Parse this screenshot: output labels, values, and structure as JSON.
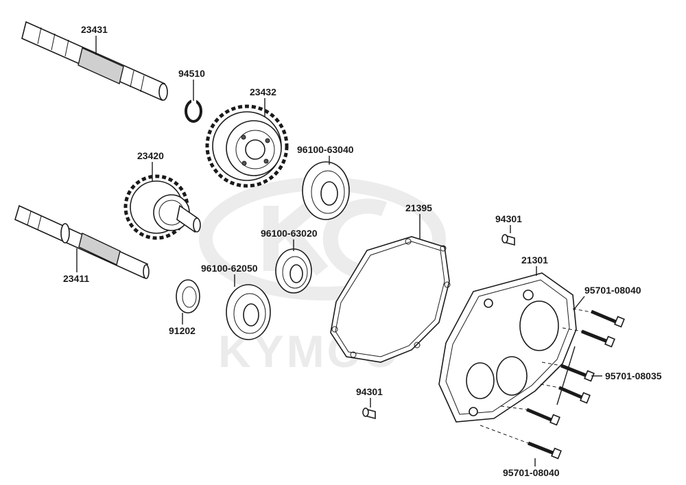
{
  "watermark": {
    "brand": "KYMCO"
  },
  "parts": [
    {
      "id": "23431",
      "label": "23431"
    },
    {
      "id": "94510",
      "label": "94510"
    },
    {
      "id": "23432",
      "label": "23432"
    },
    {
      "id": "23420",
      "label": "23420"
    },
    {
      "id": "96100-63040",
      "label": "96100-63040"
    },
    {
      "id": "21395",
      "label": "21395"
    },
    {
      "id": "94301-top",
      "label": "94301"
    },
    {
      "id": "96100-63020",
      "label": "96100-63020"
    },
    {
      "id": "23411",
      "label": "23411"
    },
    {
      "id": "96100-62050",
      "label": "96100-62050"
    },
    {
      "id": "21301",
      "label": "21301"
    },
    {
      "id": "95701-08040-top",
      "label": "95701-08040"
    },
    {
      "id": "91202",
      "label": "91202"
    },
    {
      "id": "95701-08035",
      "label": "95701-08035"
    },
    {
      "id": "94301-bottom",
      "label": "94301"
    },
    {
      "id": "95701-08040-bottom",
      "label": "95701-08040"
    }
  ]
}
